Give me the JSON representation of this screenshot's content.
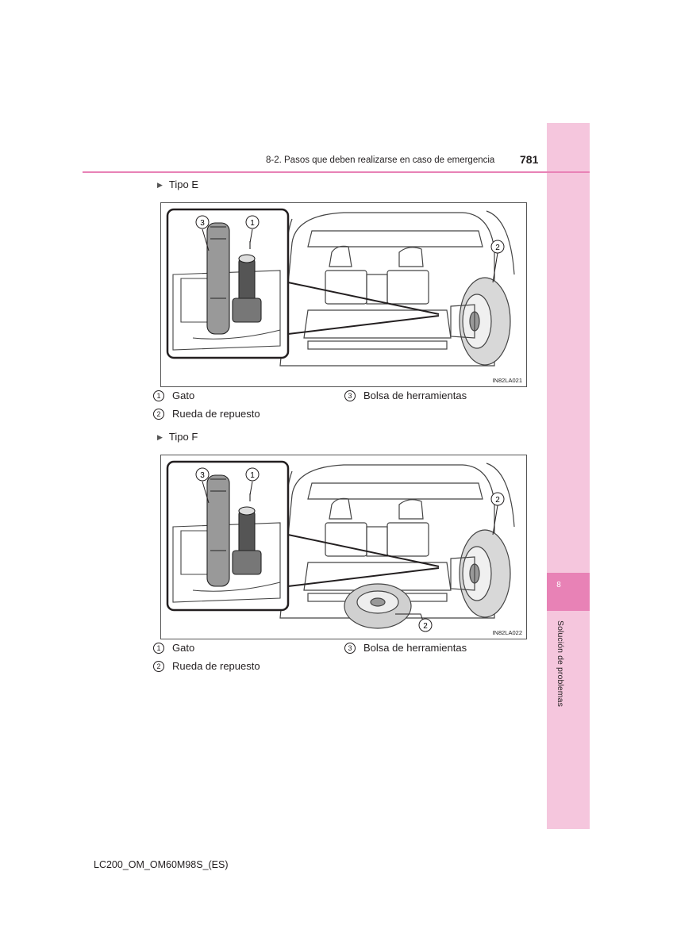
{
  "header": {
    "section_title": "8-2. Pasos que deben realizarse en caso de emergencia",
    "page_number": "781"
  },
  "side_tab": {
    "chapter_number": "8",
    "chapter_title": "Solución de problemas"
  },
  "sections": [
    {
      "heading": "Tipo E",
      "figure_code": "IN82LA021",
      "callout_markers": [
        "3",
        "1",
        "2"
      ],
      "legend": [
        {
          "num": "1",
          "label": "Gato"
        },
        {
          "num": "3",
          "label": "Bolsa de herramientas"
        },
        {
          "num": "2",
          "label": "Rueda de repuesto"
        }
      ]
    },
    {
      "heading": "Tipo F",
      "figure_code": "IN82LA022",
      "callout_markers": [
        "3",
        "1",
        "2",
        "2"
      ],
      "legend": [
        {
          "num": "1",
          "label": "Gato"
        },
        {
          "num": "3",
          "label": "Bolsa de herramientas"
        },
        {
          "num": "2",
          "label": "Rueda de repuesto"
        }
      ]
    }
  ],
  "footer": {
    "document_code": "LC200_OM_OM60M98S_(ES)"
  }
}
